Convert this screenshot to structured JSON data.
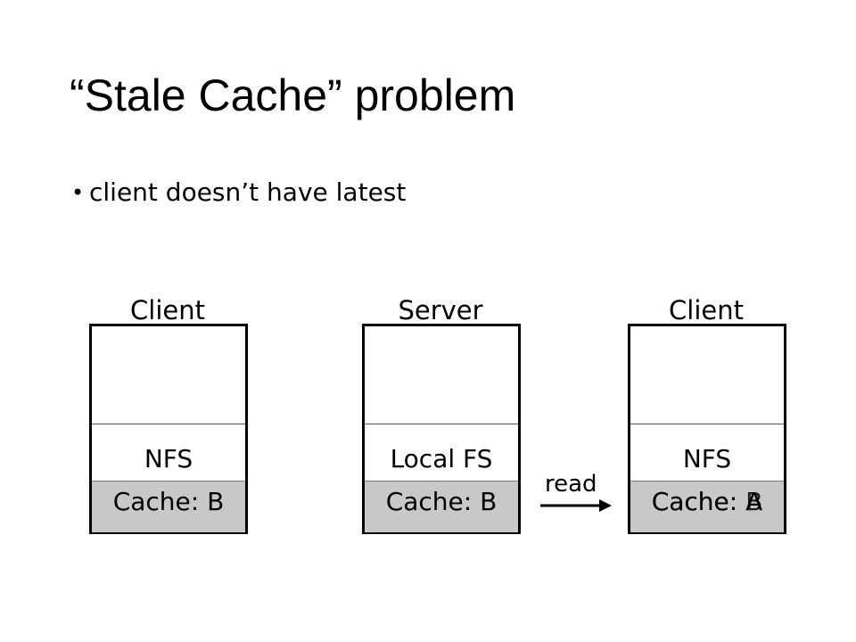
{
  "title": "“Stale Cache” problem",
  "bullets": [
    "client doesn’t have latest"
  ],
  "nodes": [
    {
      "label": "Client",
      "layer": "NFS",
      "cache": "Cache: B"
    },
    {
      "label": "Server",
      "layer": "Local FS",
      "cache": "Cache: B"
    },
    {
      "label": "Client",
      "layer": "NFS",
      "cache": "Cache: A",
      "cache_overlay": "Cache: B"
    }
  ],
  "arrow_label": "read"
}
